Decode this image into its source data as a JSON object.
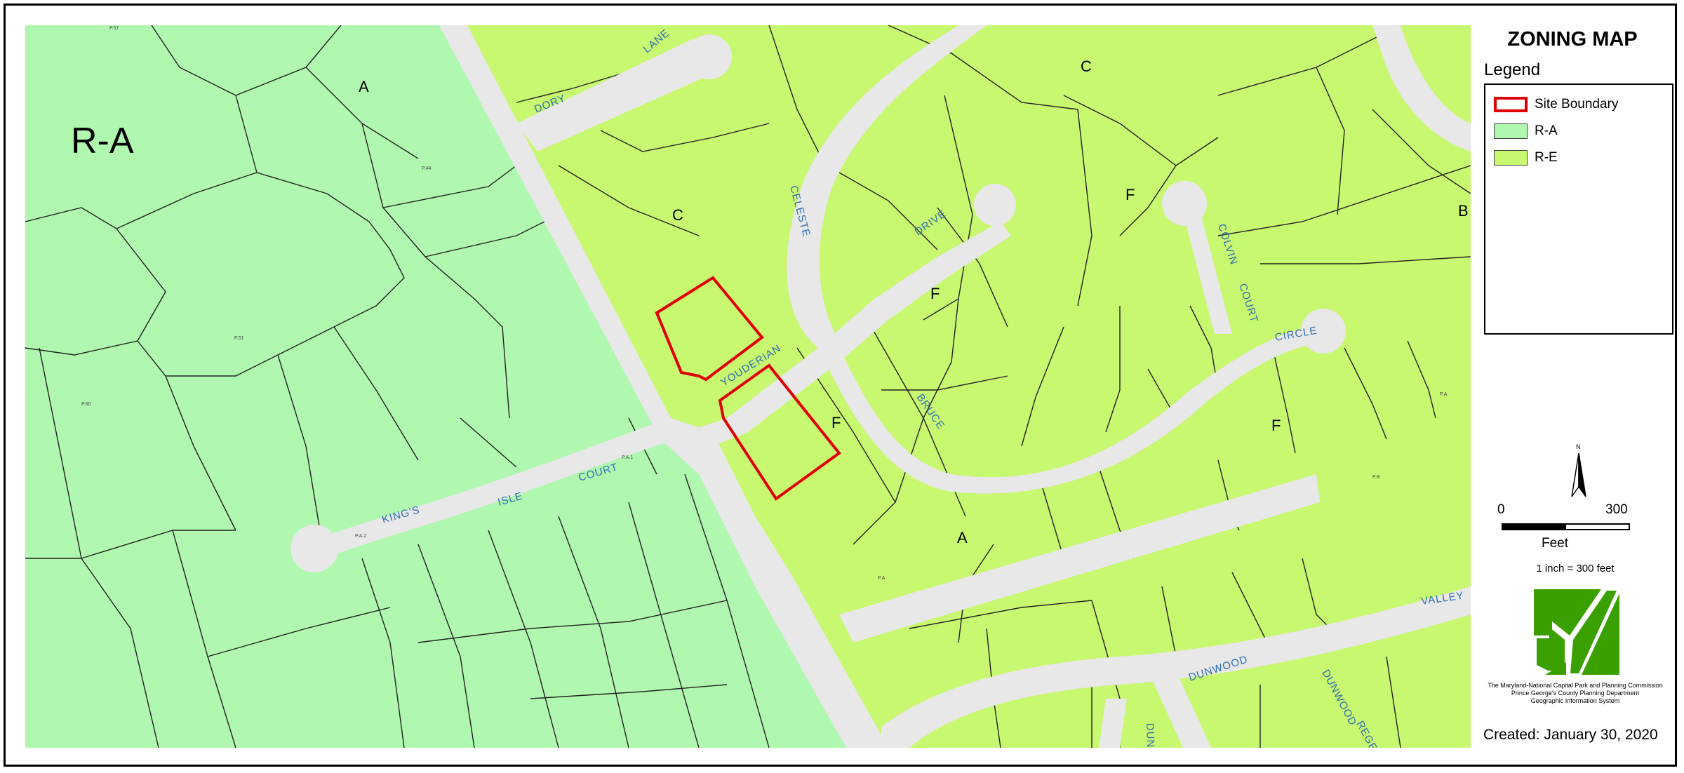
{
  "title": "ZONING MAP",
  "legend": {
    "heading": "Legend",
    "items": [
      {
        "label": "Site Boundary",
        "fill": "#ffffff",
        "stroke": "#e00000"
      },
      {
        "label": "R-A",
        "fill": "#b0f7b0",
        "stroke": "#444444"
      },
      {
        "label": "R-E",
        "fill": "#c8f770",
        "stroke": "#444444"
      }
    ]
  },
  "north_label": "N",
  "scale": {
    "zero": "0",
    "max": "300",
    "unit": "Feet",
    "ratio": "1 inch = 300 feet"
  },
  "agency": {
    "line1": "The Maryland-National Capital Park and Planning Commission",
    "line2": "Prince George's County Planning Department",
    "line3": "Geographic Information System"
  },
  "created": "Created: January 30, 2020",
  "map": {
    "zone_big": "R-A",
    "zone_letters": [
      "A",
      "C",
      "C",
      "F",
      "F",
      "F",
      "F",
      "A",
      "B"
    ],
    "streets": [
      "DORY",
      "LANE",
      "CELESTE",
      "DRIVE",
      "COLVIN",
      "COURT",
      "CIRCLE",
      "YOUDERIAN",
      "BRUCE",
      "KING'S",
      "ISLE",
      "COURT",
      "VALLEY",
      "DUNWOOD",
      "DUNWOOD",
      "DUN",
      "REGE"
    ],
    "parcels": [
      "P.57",
      "P.44",
      "P.51",
      "P.60",
      "P.A.1",
      "P.A.2",
      "P.A",
      "P.A",
      "P.B"
    ],
    "colors": {
      "ra": "#b0f7b0",
      "re": "#c8f770",
      "road": "#e8e8e8",
      "site": "#e00000",
      "street_text": "#2d6fb0",
      "logo": "#3aa000"
    }
  }
}
